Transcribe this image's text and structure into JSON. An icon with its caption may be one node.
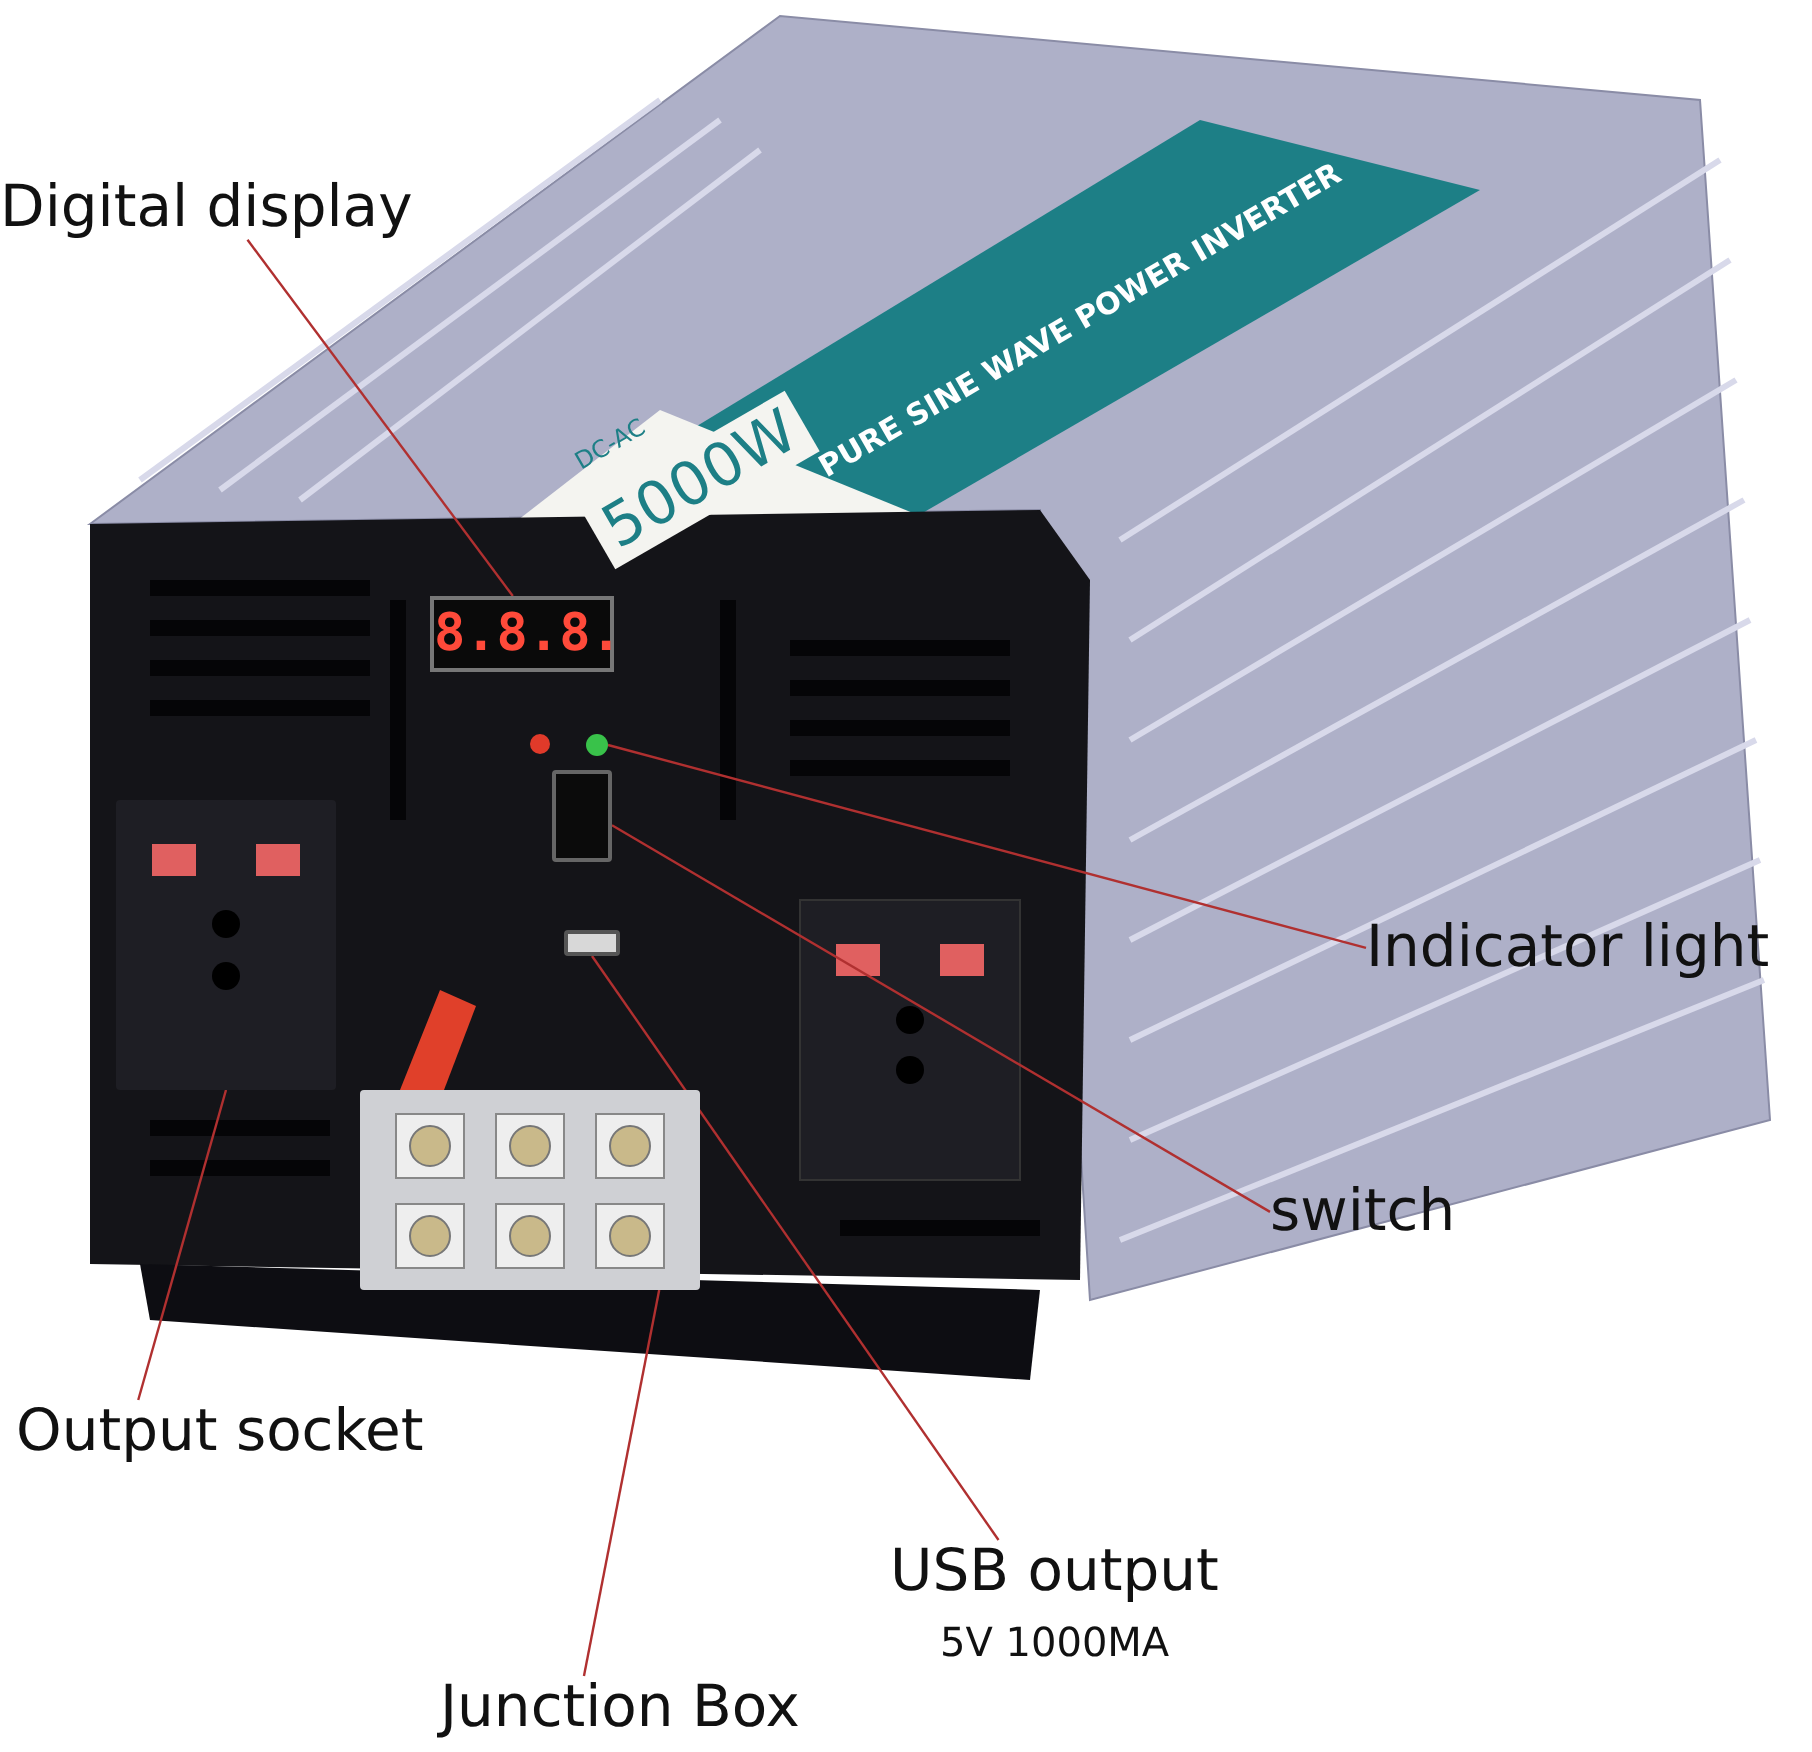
{
  "diagram": {
    "nodes": [
      {
        "text": [
          "Digital display"
        ]
      },
      {
        "text": [
          "8.8.8."
        ]
      },
      {
        "text": [
          "Indicator light"
        ]
      },
      {
        "text": [],
        "shape": "circle"
      },
      {
        "text": [
          "switch"
        ]
      },
      {
        "text": [],
        "shape": "box"
      },
      {
        "text": [
          "Output socket"
        ]
      },
      {
        "text": [],
        "shape": "box"
      },
      {
        "text": [
          "USB output"
        ],
        "beside": [
          "5V 1000MA"
        ]
      },
      {
        "text": [],
        "shape": "box"
      },
      {
        "text": [
          "Junction Box"
        ]
      },
      {
        "text": [],
        "shape": "box"
      }
    ],
    "edges": [
      {
        "from": 0,
        "to": 1,
        "arrow": "none"
      },
      {
        "from": 2,
        "to": 3,
        "arrow": "none"
      },
      {
        "from": 4,
        "to": 5,
        "arrow": "none"
      },
      {
        "from": 6,
        "to": 7,
        "arrow": "none"
      },
      {
        "from": 8,
        "to": 9,
        "arrow": "none"
      },
      {
        "from": 10,
        "to": 11,
        "arrow": "none"
      }
    ],
    "labels": [
      "PURE SINE WAVE POWER INVERTER",
      "DC-AC",
      "5000W"
    ]
  }
}
